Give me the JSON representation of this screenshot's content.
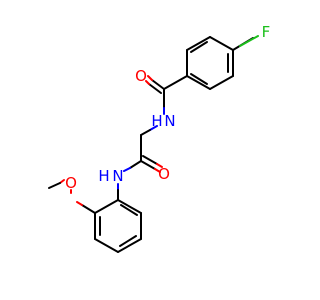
{
  "molecule": {
    "atom_labels": {
      "fluorine": "F",
      "amide_o_top": "O",
      "amide_nh_top": "N",
      "amide_nh_top_h": "H",
      "amide_o_mid": "O",
      "amide_nh_mid": "N",
      "amide_nh_mid_h": "H",
      "methoxy_o": "O"
    },
    "colors": {
      "bond": "#000000",
      "oxygen": "#ff0000",
      "nitrogen": "#0000ff",
      "fluorine": "#1bbf1b"
    }
  }
}
